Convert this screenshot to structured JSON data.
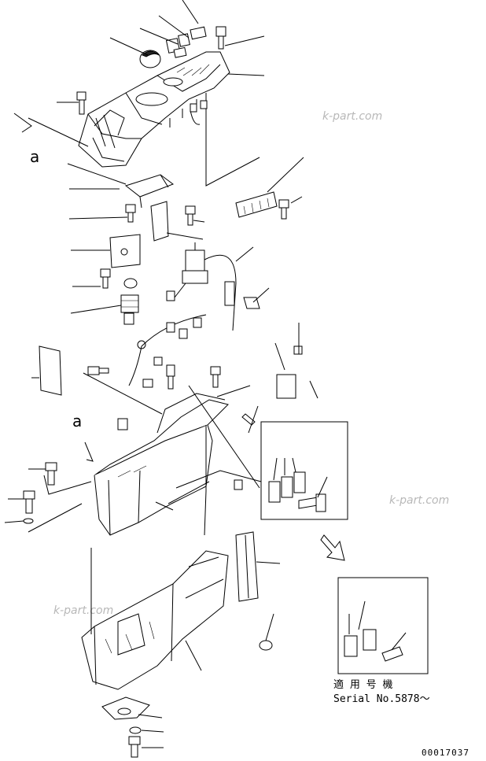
{
  "watermarks": [
    "k-part.com",
    "k-part.com",
    "k-part.com"
  ],
  "view_labels": [
    "a",
    "a"
  ],
  "serial_caption": {
    "line1": "適 用 号 機",
    "line2": "Serial No.5878〜"
  },
  "drawing_code": "00017037"
}
